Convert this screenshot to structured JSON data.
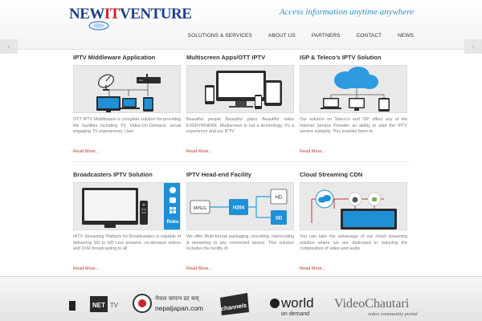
{
  "header": {
    "logo_text_1": "NEW",
    "logo_text_2": "IT",
    "logo_text_3": "VENTURE",
    "tagline": "Access information anytime anywhere",
    "nav": [
      "SOLUTIONS & SERVICES",
      "ABOUT US",
      "PARTNERS",
      "CONTACT",
      "NEWS"
    ]
  },
  "slider": {
    "prev": "‹",
    "next": "›"
  },
  "cards": [
    {
      "title": "IPTV Middleware Application",
      "desc": "OTT IPTV Middleware is complete solution for providing the facilities including TV, Video-On-Demand, social engaging TV experiences, User",
      "link": "Read More..."
    },
    {
      "title": "Multiscreen Apps/OTT IPTV",
      "desc": "Beautiful people Beautiful place Beautiful video EVERYWHERE. Multiscreen is not a technology, It's a experience and our IPTV",
      "link": "Read More..."
    },
    {
      "title": "ISP & Teleco's IPTV Solution",
      "desc": "Our solution on Teleco's and ISP offers any of the Internet Service Provider an ability to start the IPTV service instantly. This enables them to",
      "link": "Read More..."
    },
    {
      "title": "Broadcasters IPTV Solution",
      "desc": "NITV Streaming Platform for Broadcasters is capable of delivering SD to HD Live streams, on-demand videos and DVR broadcasting to all",
      "link": "Read More..."
    },
    {
      "title": "IPTV Head-end Facility",
      "desc": "We offer Multi-format packaging, encoding, transcoding & streaming to any connected device. This solution includes the facility of",
      "link": "Read More..."
    },
    {
      "title": "Cloud Streaming CDN",
      "desc": "You can take the advantage of our cloud streaming solution where we are dedicated in reducing the complexities of video and audio",
      "link": "Read More..."
    }
  ],
  "diagram_labels": {
    "mpeg": "MPEG",
    "h264": "H264",
    "hd": "HD",
    "sd": "SD",
    "roku": "Roku"
  },
  "partners": {
    "nettv_1": "NET",
    "nettv_2": "TV",
    "nepaljapan_native": "नेपाल जापान डट कम्",
    "nepaljapan": "nepaljapan.com",
    "channels": "channels",
    "world_1": "world",
    "world_2": "on demand",
    "videochautari": "VideoChautari",
    "videochautari_sub": "video community portal"
  },
  "colors": {
    "brand_blue": "#1e3f87",
    "brand_red": "#c9252c",
    "tagline": "#2f8fc4",
    "link": "#c0392b",
    "diagram_blue": "#1f8fd6"
  }
}
